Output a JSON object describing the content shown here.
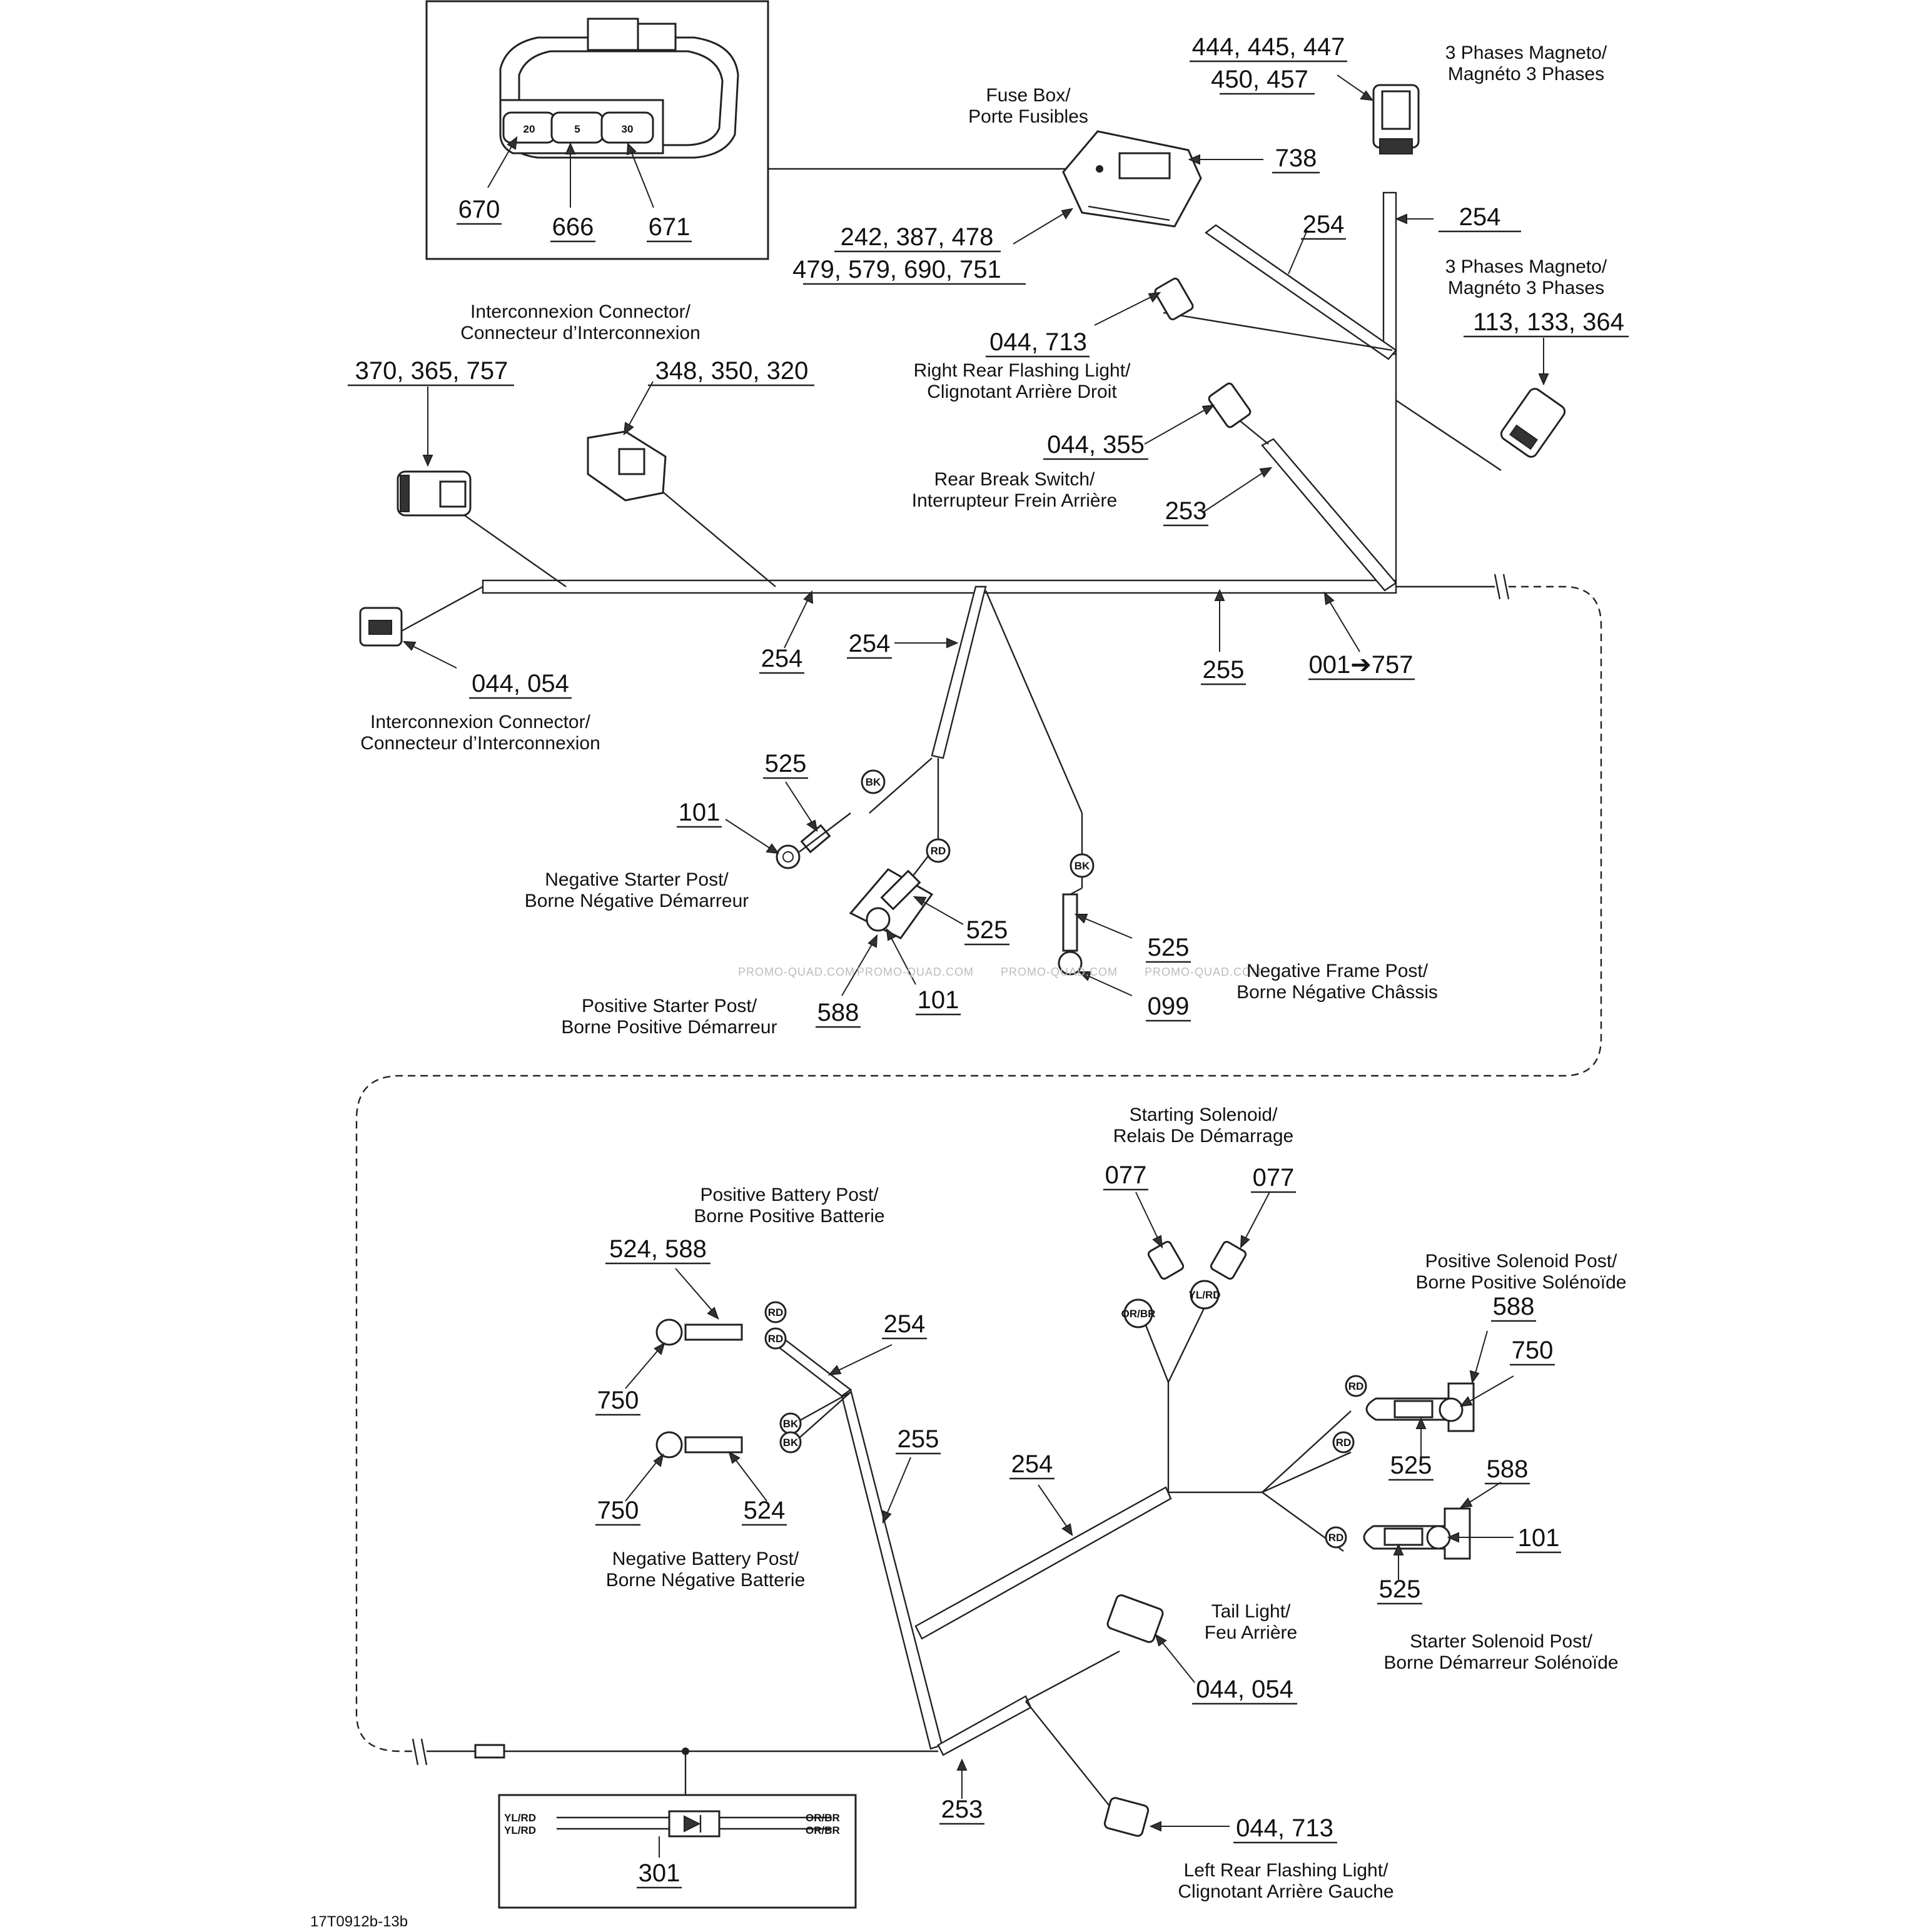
{
  "drawing_code": "17T0912b-13b",
  "watermark": "PROMO-QUAD.COM",
  "descriptions": {
    "magneto_a": [
      "3 Phases Magneto/",
      "Magnéto 3 Phases"
    ],
    "magneto_b": [
      "3 Phases Magneto/",
      "Magnéto 3 Phases"
    ],
    "fuse_box": [
      "Fuse Box/",
      "Porte Fusibles"
    ],
    "interconnexion_top": [
      "Interconnexion Connector/",
      "Connecteur d’Interconnexion"
    ],
    "interconnexion_bottom": [
      "Interconnexion Connector/",
      "Connecteur d’Interconnexion"
    ],
    "right_rear_flash": [
      "Right Rear Flashing Light/",
      "Clignotant Arrière Droit"
    ],
    "rear_brake": [
      "Rear Break Switch/",
      "Interrupteur Frein Arrière"
    ],
    "neg_starter": [
      "Negative Starter Post/",
      "Borne Négative Démarreur"
    ],
    "pos_starter": [
      "Positive Starter Post/",
      "Borne Positive Démarreur"
    ],
    "neg_frame": [
      "Negative Frame Post/",
      "Borne Négative Châssis"
    ],
    "starting_solenoid": [
      "Starting Solenoid/",
      "Relais De Démarrage"
    ],
    "pos_battery": [
      "Positive Battery Post/",
      "Borne Positive Batterie"
    ],
    "neg_battery": [
      "Negative Battery Post/",
      "Borne Négative Batterie"
    ],
    "pos_solenoid": [
      "Positive Solenoid Post/",
      "Borne Positive Solénoïde"
    ],
    "starter_solenoid": [
      "Starter Solenoid Post/",
      "Borne Démarreur Solénoïde"
    ],
    "tail_light": [
      "Tail Light/",
      "Feu Arrière"
    ],
    "left_rear_flash": [
      "Left Rear Flashing Light/",
      "Clignotant Arrière Gauche"
    ]
  },
  "part_numbers": {
    "mag_a_1": "444, 445, 447",
    "mag_a_2": "450, 457",
    "p738": "738",
    "p254_mag": "254",
    "p254_fuse": "254",
    "fuse_1": "242, 387, 478",
    "fuse_2": "479, 579, 690, 751",
    "mag_b": "113, 133, 364",
    "rrf": "044, 713",
    "rbs": "044, 355",
    "p253_top": "253",
    "ic_a": "370, 365, 757",
    "ic_b": "348, 350, 320",
    "p670": "670",
    "p666": "666",
    "p671": "671",
    "ic_c": "044, 054",
    "p254_main": "254",
    "p254_mid": "254",
    "p255_top": "255",
    "p001_757": "001➔757",
    "p525_a": "525",
    "p101_a": "101",
    "p525_b": "525",
    "p588_a": "588",
    "p101_b": "101",
    "p525_c": "525",
    "p099": "099",
    "p077_a": "077",
    "p077_b": "077",
    "p524_588": "524, 588",
    "p254_bat": "254",
    "p750_a": "750",
    "p255_bot": "255",
    "p254_bot": "254",
    "p750_b": "750",
    "p524": "524",
    "p588_b": "588",
    "p750_c": "750",
    "p525_d": "525",
    "p588_c": "588",
    "p101_c": "101",
    "p525_e": "525",
    "tl": "044, 054",
    "lrf": "044, 713",
    "p253_bot": "253",
    "p301": "301"
  },
  "fuse_ratings": [
    "20",
    "5",
    "30"
  ],
  "wire_colors": {
    "bk": "BK",
    "rd": "RD",
    "or_br": "OR/BR",
    "yl_rd": "YL/RD"
  },
  "diode_labels": {
    "left_1": "YL/RD",
    "left_2": "YL/RD",
    "right_1": "OR/BR",
    "right_2": "OR/BR"
  }
}
